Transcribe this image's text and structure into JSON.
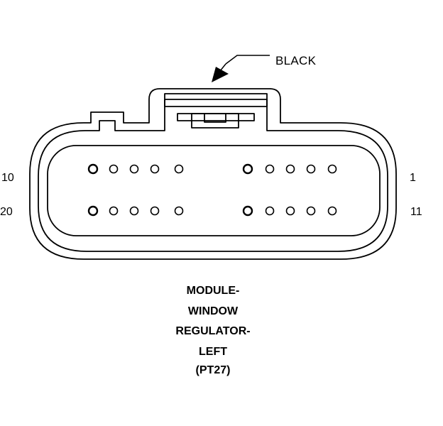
{
  "callout": {
    "color_label": "BLACK"
  },
  "pin_numbers": {
    "top_left": "10",
    "bottom_left": "20",
    "top_right": "1",
    "bottom_right": "11"
  },
  "caption": {
    "lines": [
      "MODULE-",
      "WINDOW",
      "REGULATOR-",
      "LEFT"
    ],
    "code": "(PT27)"
  },
  "connector": {
    "pin_count": 20,
    "rows": 2,
    "pins_per_row": 10,
    "row_groups": 2
  }
}
